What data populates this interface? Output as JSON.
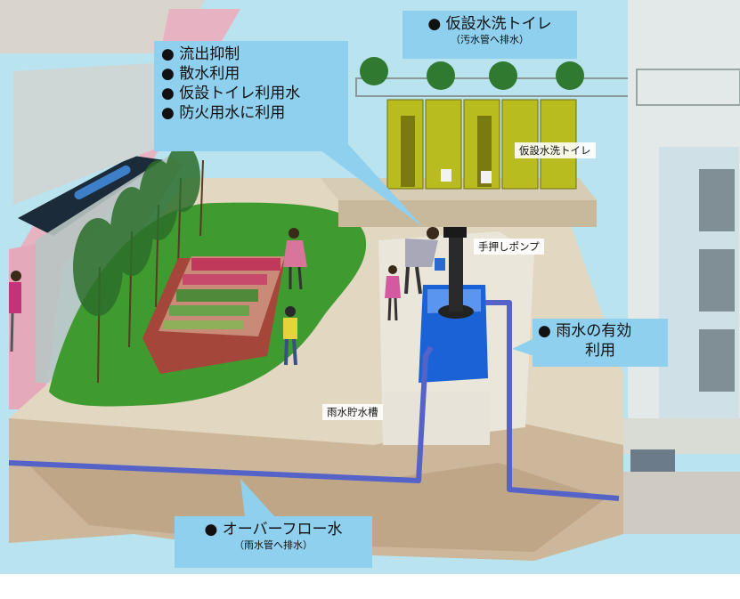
{
  "callouts": {
    "uses": {
      "items": [
        "流出抑制",
        "散水利用",
        "仮設トイレ利用水",
        "防火用水に利用"
      ]
    },
    "toilet": {
      "title": "仮設水洗トイレ",
      "sub": "（汚水管へ排水）"
    },
    "effective": {
      "line1": "雨水の有効",
      "line2": "利用"
    },
    "overflow": {
      "title": "オーバーフロー水",
      "sub": "（雨水管へ排水）"
    }
  },
  "labels": {
    "toilet_building": "仮設水洗トイレ",
    "pump": "手押しポンプ",
    "tank": "雨水貯水槽"
  },
  "colors": {
    "callout_bg": "#8fd0ee",
    "lawn": "#3f9a2f",
    "water": "#1b62d6",
    "pipe": "#5562c8",
    "toilet_booth": "#b9bc1e"
  }
}
